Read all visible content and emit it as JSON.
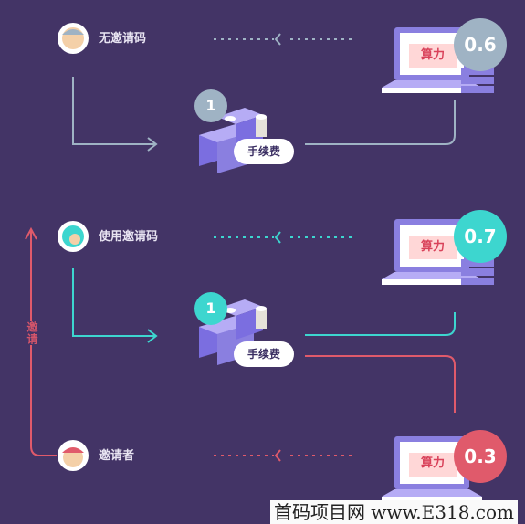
{
  "rows": [
    {
      "label": "无邀请码",
      "fee_count": "1",
      "hash_label": "算力",
      "hash_value": "0.6",
      "accent": "#9fb3c4"
    },
    {
      "label": "使用邀请码",
      "fee_count": "1",
      "hash_label": "算力",
      "hash_value": "0.7",
      "accent": "#3dd6cf"
    },
    {
      "label": "邀请者",
      "hash_label": "算力",
      "hash_value": "0.3",
      "accent": "#e05a6b"
    }
  ],
  "fee_label": "手续费",
  "invite_label": "邀请",
  "watermark": "首码项目网 www.E318.com",
  "colors": {
    "background": "#433466",
    "screen": "#ffd7d7",
    "laptop": "#8a7fe0",
    "coin": "#7b6ee0"
  }
}
